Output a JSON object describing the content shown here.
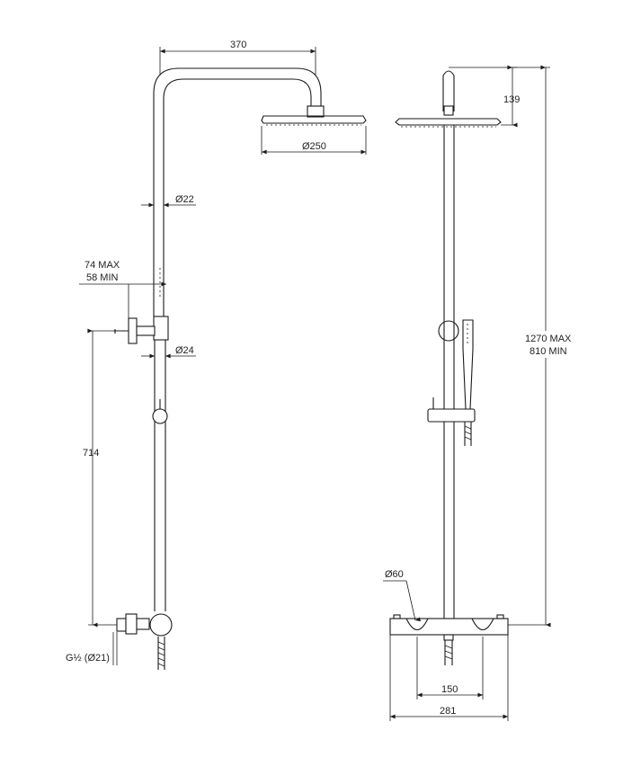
{
  "dimensions": {
    "arm_width": "370",
    "head_diameter": "Ø250",
    "pipe_upper_diameter": "Ø22",
    "wall_distance_max": "74 MAX",
    "wall_distance_min": "58 MIN",
    "pipe_lower_diameter": "Ø24",
    "inlet_height": "714",
    "inlet_thread": "G½ (Ø21)",
    "head_drop": "139",
    "height_max": "1270 MAX",
    "height_min": "810 MIN",
    "knob_diameter": "Ø60",
    "inlet_centres": "150",
    "mixer_width": "281"
  }
}
